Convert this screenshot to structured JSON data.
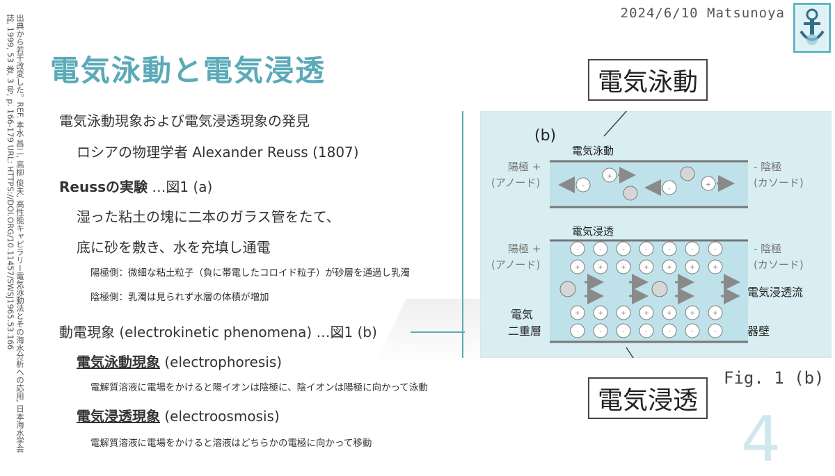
{
  "source_note": "出典から若干改変した。REF. 本水 昌二, 高柳 俊夫, 高性能キャピラリー電気泳動法とその海水分析への応用, 日本海水学会誌, 1999, 53 巻, 3 号, p. 166-179 URL: HTTPS://DOI.ORG/10.11457/SWSJ1965.53.166",
  "header": {
    "date_author": "2024/6/10 Matsunoya"
  },
  "title": "電気泳動と電気浸透",
  "content": {
    "line1": "電気泳動現象および電気浸透現象の発見",
    "line2": "ロシアの物理学者 Alexander Reuss (1807)",
    "line3_bold": "Reussの実験",
    "line3_rest": " …図1 (a)",
    "line4": "湿った粘土の塊に二本のガラス管をたて、",
    "line5": "底に砂を敷き、水を充填し通電",
    "line6": "陽極側：微細な粘土粒子（負に帯電したコロイド粒子）が砂層を通過し乳濁",
    "line7": "陰極側：乳濁は見られず水層の体積が増加",
    "line8": "動電現象 (electrokinetic phenomena) …図1 (b)",
    "line9_bold": "電気泳動現象",
    "line9_rest": " (electrophoresis)",
    "line10": "電解質溶液に電場をかけると陽イオンは陰極に、陰イオンは陽極に向かって泳動",
    "line11_bold": "電気浸透現象",
    "line11_rest": " (electroosmosis)",
    "line12": "電解質溶液に電場をかけると溶液はどちらかの電極に向かって移動"
  },
  "diagram": {
    "label_b": "(b)",
    "ep_title": "電気泳動",
    "eo_title": "電気浸透",
    "anode": "陽極 +",
    "anode_kana": "(アノード)",
    "cathode": "- 陰極",
    "cathode_kana": "(カソード)",
    "eo_flow": "電気浸透流",
    "double_layer_1": "電気",
    "double_layer_2": "二重層",
    "wall": "器壁",
    "plus": "+",
    "minus": "-"
  },
  "callouts": {
    "top": "電気泳動",
    "bottom": "電気浸透"
  },
  "figure_caption": "Fig. 1 (b)",
  "page_number": "4",
  "colors": {
    "accent": "#5aaab8",
    "panel": "#d9eef2",
    "channel": "#bfe2ea",
    "arrow": "#8a8a8a"
  }
}
